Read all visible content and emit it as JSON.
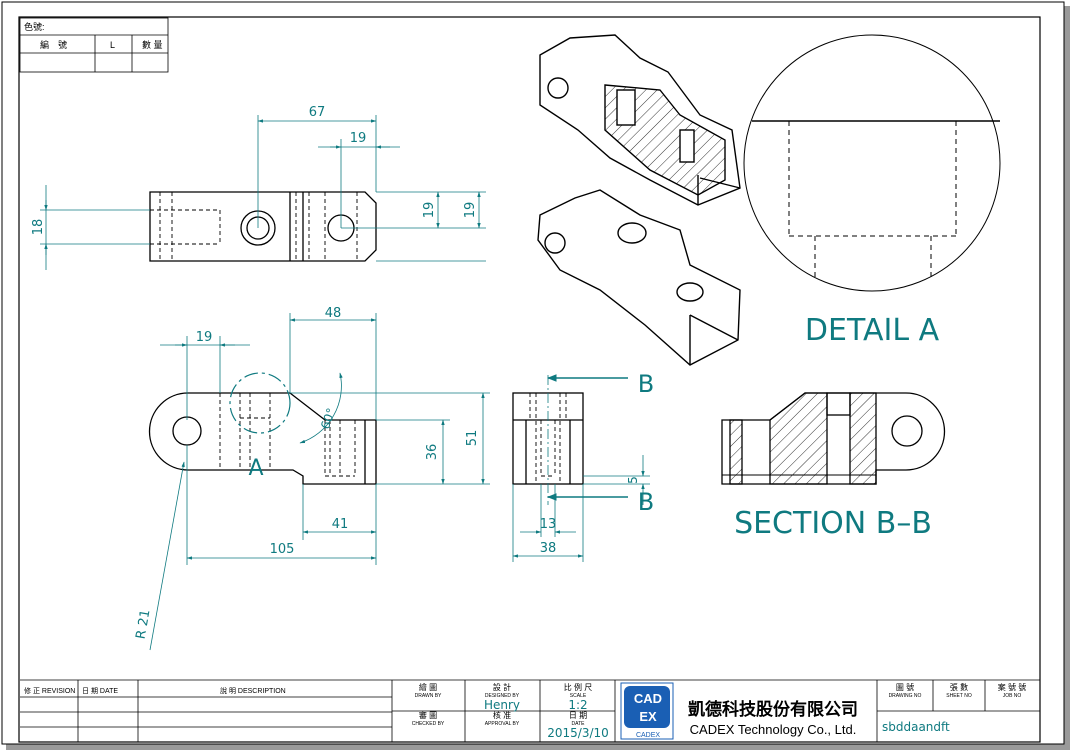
{
  "corner_table": {
    "title": "色號:",
    "col_number": "編　號",
    "col_l": "L",
    "col_qty": "數 量"
  },
  "dimensions": {
    "top_view": [
      "67",
      "19",
      "18",
      "19",
      "19"
    ],
    "front_view": [
      "48",
      "19",
      "60°",
      "36",
      "51",
      "41",
      "105",
      "R 21"
    ],
    "side_view": [
      "5",
      "13",
      "38"
    ]
  },
  "labels": {
    "detail_ref": "A",
    "section_mark_top": "B",
    "section_mark_bottom": "B",
    "detail_title": "DETAIL A",
    "section_title": "SECTION B–B"
  },
  "title_block": {
    "revision_label": "修 正 REVISION",
    "date_label": "日 期 DATE",
    "description_label": "說 明 DESCRIPTION",
    "drawn_by_label": "繪 圖",
    "drawn_by_en": "DRAWN BY",
    "checked_by_label": "審 圖",
    "checked_by_en": "CHECKED BY",
    "designed_by_label": "設 計",
    "designed_by_en": "DESIGNED BY",
    "designer": "Henry",
    "approval_label": "核 准",
    "approval_en": "APPROVAL BY",
    "scale_label": "比 例 尺",
    "scale_en": "SCALE",
    "scale": "1:2",
    "date_label2": "日 期",
    "date_en": "DATE",
    "date": "2015/3/10",
    "logo_line1": "CAD",
    "logo_line2": "EX",
    "logo_caption": "CADEX",
    "company_cn": "凱德科技股份有限公司",
    "company_en": "CADEX Technology Co., Ltd.",
    "drawing_no_label": "圖 號",
    "drawing_no_en": "DRAWING NO",
    "drawing_no": "sbddaandft",
    "sheet_label": "張 數",
    "sheet_en": "SHEET NO",
    "job_label": "案 號 號",
    "job_en": "JOB NO"
  },
  "colors": {
    "dimension": "#0f7a80",
    "logo_blue": "#1a5fb4",
    "line": "#000000"
  }
}
